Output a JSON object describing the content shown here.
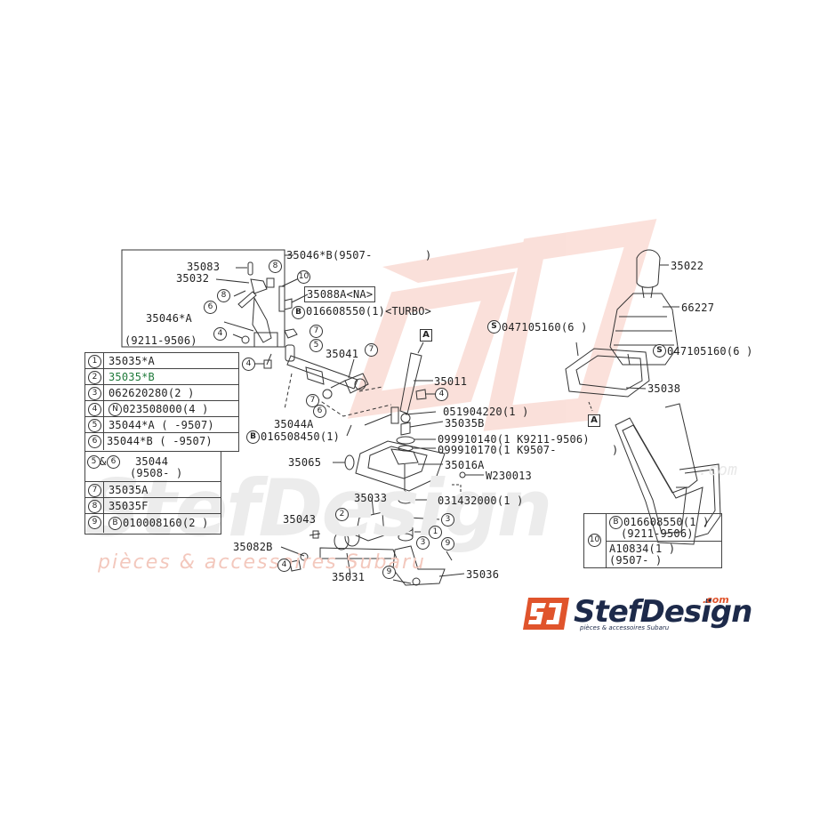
{
  "watermark": {
    "main": "StefDesign",
    "com": ".com",
    "tagline": "pièces & accessoires Subaru"
  },
  "logo": {
    "badge": "SJ",
    "name": "StefDesign",
    "com": ".com",
    "tagline": "pièces & accessoires Subaru"
  },
  "group_box": {
    "label": "35046*B(9507-",
    "label_close": ")",
    "date_range": "(9211-9506)"
  },
  "callouts": {
    "c35083": "35083",
    "c35032": "35032",
    "c35046a": "35046*A",
    "c35088a": "35088A<NA>",
    "c016608550_turbo": "016608550(1)<TURBO>",
    "c35041": "35041",
    "c35011": "35011",
    "c35044a": "35044A",
    "c016508450": "016508450(1)",
    "c051904220": "051904220(1 )",
    "c35035b": "35035B",
    "c099910140": "099910140(1 K9211-9506)",
    "c099910170": "099910170(1 K9507-",
    "c099910170_close": ")",
    "c35065": "35065",
    "c35016a": "35016A",
    "cw230013": "W230013",
    "c35033": "35033",
    "c031432000": "031432000(1 )",
    "c35043": "35043",
    "c35082b": "35082B",
    "c35031": "35031",
    "c35036": "35036",
    "c35022": "35022",
    "c66227": "66227",
    "c047105160_a": "047105160(6 )",
    "c047105160_b": "047105160(6 )",
    "c35038": "35038",
    "marker_a": "A"
  },
  "legend": [
    {
      "n": "1",
      "text": "35035*A"
    },
    {
      "n": "2",
      "text": "35035*B"
    },
    {
      "n": "3",
      "text": "062620280(2 )"
    },
    {
      "n": "4",
      "text": "023508000(4 )",
      "prefix": "N"
    },
    {
      "n": "5",
      "text": "35044*A (    -9507)"
    },
    {
      "n": "6",
      "text": "35044*B (    -9507)"
    }
  ],
  "legend2": {
    "head_5": "5",
    "head_amp": "&",
    "head_6": "6",
    "part": "35044",
    "range": "(9508-      )",
    "rows": [
      {
        "n": "7",
        "text": "35035A"
      },
      {
        "n": "8",
        "text": "35035F"
      },
      {
        "n": "9",
        "text": "010008160(2 )",
        "prefix": "B"
      }
    ]
  },
  "legend10": {
    "n": "10",
    "prefix": "B",
    "row1": "016608550(1 )",
    "row1b": "(9211-9506)",
    "row2": "A10834(1 )",
    "row2b": "(9507-      )"
  },
  "callout_numbers": [
    "1",
    "2",
    "3",
    "4",
    "5",
    "6",
    "7",
    "8",
    "9",
    "10"
  ],
  "colors": {
    "line": "#333333",
    "highlight": "#1f7a3a",
    "brand_orange": "#e0542c",
    "brand_navy": "#1d2a4a"
  }
}
